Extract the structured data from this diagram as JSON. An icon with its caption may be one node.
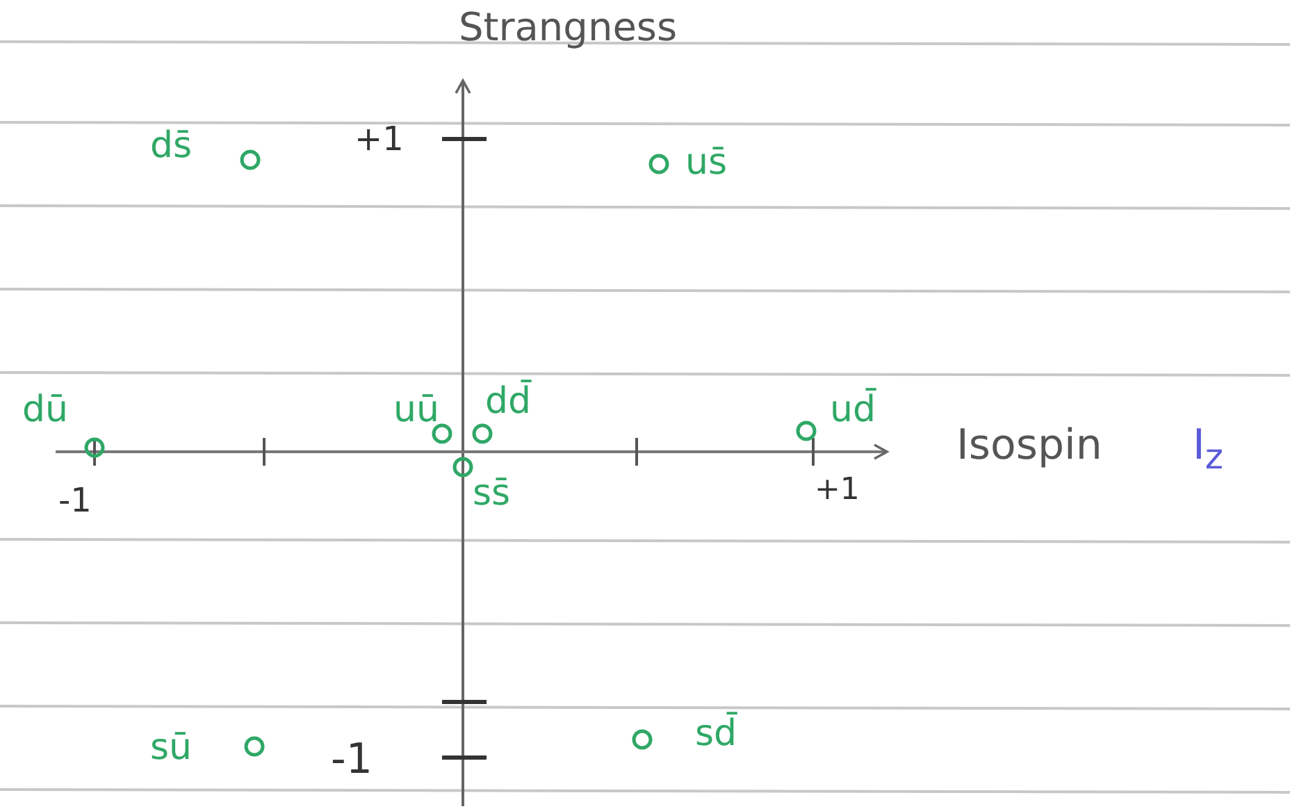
{
  "diagram": {
    "nodes": [
      {
        "text": [],
        "shape": "circle",
        "beside": [
          "ds̄"
        ]
      },
      {
        "text": [],
        "shape": "circle",
        "beside": [
          "us̄"
        ]
      },
      {
        "text": [],
        "shape": "circle",
        "beside": [
          "dū"
        ]
      },
      {
        "text": [],
        "shape": "circle",
        "beside": [
          "uū"
        ]
      },
      {
        "text": [],
        "shape": "circle",
        "beside": [
          "dd̄"
        ]
      },
      {
        "text": [],
        "shape": "circle",
        "beside": [
          "ud̄"
        ]
      },
      {
        "text": [],
        "shape": "circle",
        "beside": [
          "ss̄"
        ]
      },
      {
        "text": [],
        "shape": "circle",
        "beside": [
          "sū"
        ]
      },
      {
        "text": [],
        "shape": "circle",
        "beside": [
          "sd̄"
        ]
      }
    ],
    "labels": [
      "Strangness",
      "+1",
      "Isospin",
      "I$_{z}$",
      "-1",
      "+1",
      "-1"
    ]
  }
}
